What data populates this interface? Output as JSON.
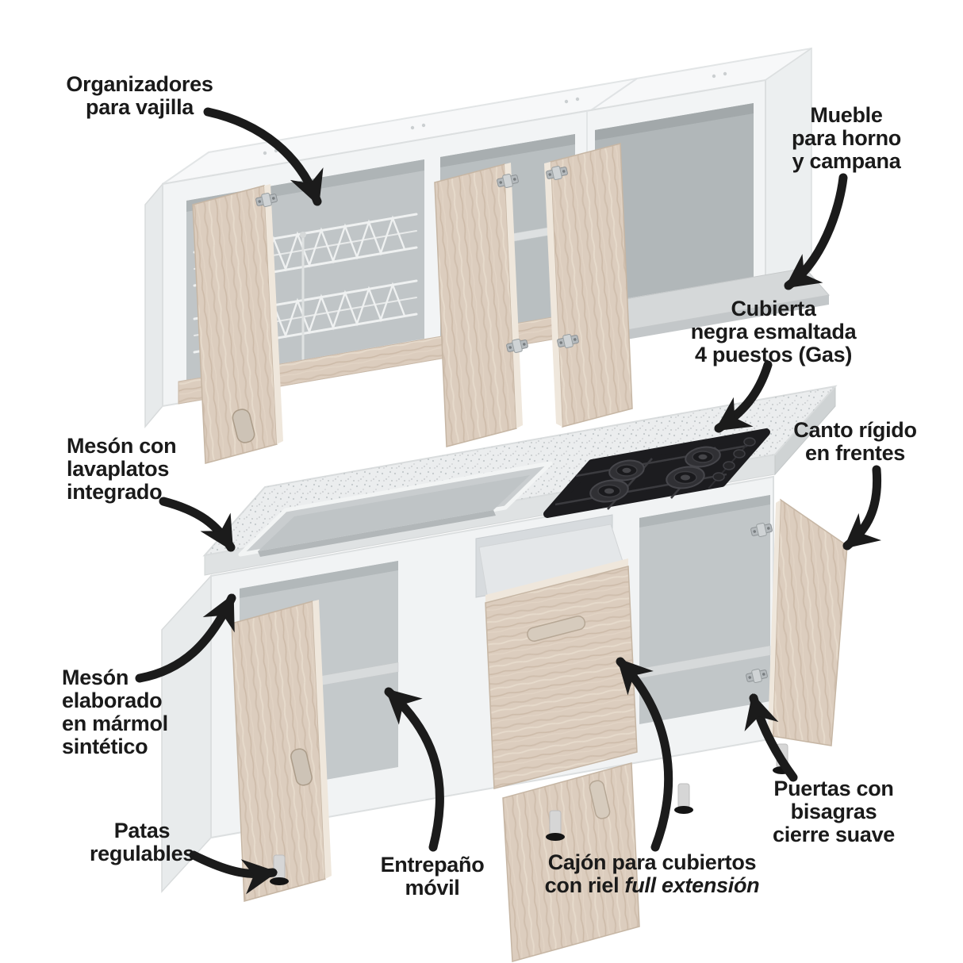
{
  "colors": {
    "arrow": "#1b1b1b",
    "text": "#1a1a1a",
    "wood": "#dccdbe",
    "cabinet_white": "#f2f4f5",
    "interior_gray": "#bfc4c6",
    "countertop": "#ebedee",
    "cooktop_black": "#1c1c1f"
  },
  "callouts": [
    {
      "id": "organizadores-vajilla",
      "lines": [
        "Organizadores",
        "para vajilla"
      ]
    },
    {
      "id": "mueble-horno-campana",
      "lines": [
        "Mueble",
        "para horno",
        "y campana"
      ]
    },
    {
      "id": "cubierta-gas",
      "lines": [
        "Cubierta",
        "negra esmaltada",
        "4 puestos (Gas)"
      ]
    },
    {
      "id": "canto-rigido",
      "lines": [
        "Canto rígido",
        "en frentes"
      ]
    },
    {
      "id": "meson-lavaplatos",
      "lines": [
        "Mesón con",
        "lavaplatos",
        "integrado"
      ]
    },
    {
      "id": "meson-marmol",
      "lines": [
        "Mesón",
        "elaborado",
        "en mármol",
        "sintético"
      ]
    },
    {
      "id": "patas-regulables",
      "lines": [
        "Patas",
        "regulables"
      ]
    },
    {
      "id": "entrepano-movil",
      "lines": [
        "Entrepaño",
        "móvil"
      ]
    },
    {
      "id": "cajon-cubiertos",
      "line1": "Cajón para cubiertos",
      "line2_prefix": "con riel ",
      "line2_italic": "full extensión"
    },
    {
      "id": "puertas-bisagras",
      "lines": [
        "Puertas con",
        "bisagras",
        "cierre suave"
      ]
    }
  ]
}
